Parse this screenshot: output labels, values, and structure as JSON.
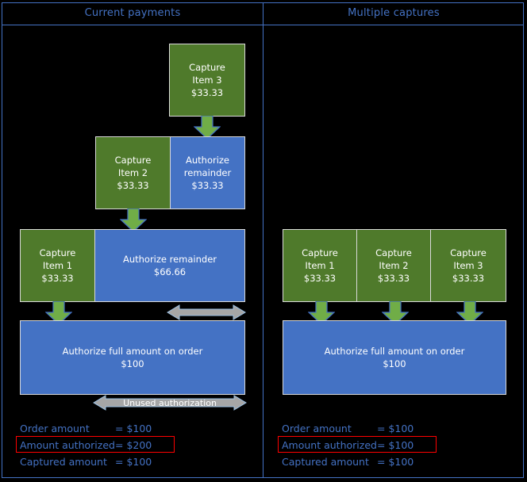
{
  "columns": [
    {
      "title": "Current payments"
    },
    {
      "title": "Multiple captures"
    }
  ],
  "colors": {
    "capture_green": "#4F7A2B",
    "authorize_blue": "#4472C4",
    "arrow_green": "#70AD47",
    "arrow_gray": "#A6A6A6",
    "frame_blue": "#4472C4",
    "highlight_red": "#FF0000",
    "background": "#000000"
  },
  "left_panel": {
    "capture_item_3": {
      "line1": "Capture",
      "line2": "Item 3",
      "line3": "$33.33"
    },
    "capture_item_2": {
      "line1": "Capture",
      "line2": "Item 2",
      "line3": "$33.33"
    },
    "authorize_remainder_small": {
      "line1": "Authorize",
      "line2": "remainder",
      "line3": "$33.33"
    },
    "capture_item_1": {
      "line1": "Capture",
      "line2": "Item 1",
      "line3": "$33.33"
    },
    "authorize_remainder_large": {
      "line1": "Authorize remainder",
      "line2": "$66.66"
    },
    "authorize_full": {
      "line1": "Authorize full amount on order",
      "line2": "$100"
    },
    "unused_authorization_label": "Unused authorization",
    "legend": [
      {
        "label": "Order amount",
        "value": "= $100",
        "highlighted": false
      },
      {
        "label": "Amount authorized",
        "value": "= $200",
        "highlighted": true
      },
      {
        "label": "Captured amount",
        "value": "= $100",
        "highlighted": false
      }
    ]
  },
  "right_panel": {
    "capture_item_1": {
      "line1": "Capture",
      "line2": "Item 1",
      "line3": "$33.33"
    },
    "capture_item_2": {
      "line1": "Capture",
      "line2": "Item 2",
      "line3": "$33.33"
    },
    "capture_item_3": {
      "line1": "Capture",
      "line2": "Item 3",
      "line3": "$33.33"
    },
    "authorize_full": {
      "line1": "Authorize full amount on order",
      "line2": "$100"
    },
    "legend": [
      {
        "label": "Order amount",
        "value": "= $100",
        "highlighted": false
      },
      {
        "label": "Amount authorized",
        "value": "= $100",
        "highlighted": true
      },
      {
        "label": "Captured amount",
        "value": "= $100",
        "highlighted": false
      }
    ]
  }
}
